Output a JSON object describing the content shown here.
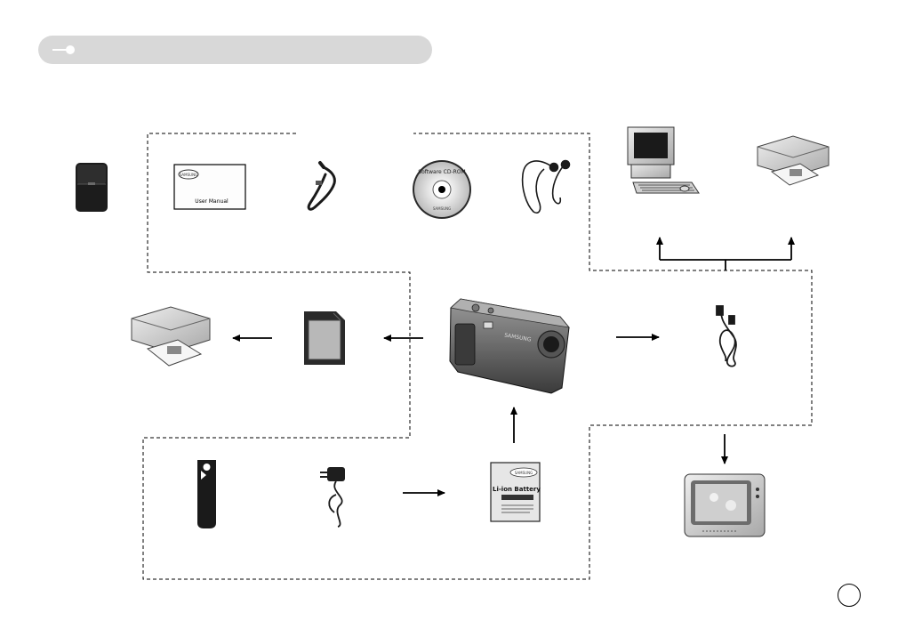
{
  "header": {
    "title": ""
  },
  "labels": {
    "manual_text": "User Manual",
    "manual_logo": "SAMSUNG",
    "cd_text": "Software CD-ROM",
    "cd_logo": "SAMSUNG",
    "camera_brand": "SAMSUNG",
    "battery_logo": "SAMSUNG",
    "battery_text": "Li-ion Battery"
  },
  "page_number": "",
  "colors": {
    "outline": "#000000",
    "header_bar": "#d8d8d8",
    "device_gray": "#7a7a7a"
  },
  "icons": [
    "camera-case-icon",
    "user-manual-icon",
    "camera-strap-icon",
    "software-cd-icon",
    "earphone-icon",
    "computer-icon",
    "printer-icon",
    "sd-memory-card-icon",
    "digital-camera-icon",
    "av-cable-icon",
    "tv-monitor-icon",
    "battery-case-icon",
    "ac-adapter-icon",
    "li-ion-battery-icon"
  ]
}
